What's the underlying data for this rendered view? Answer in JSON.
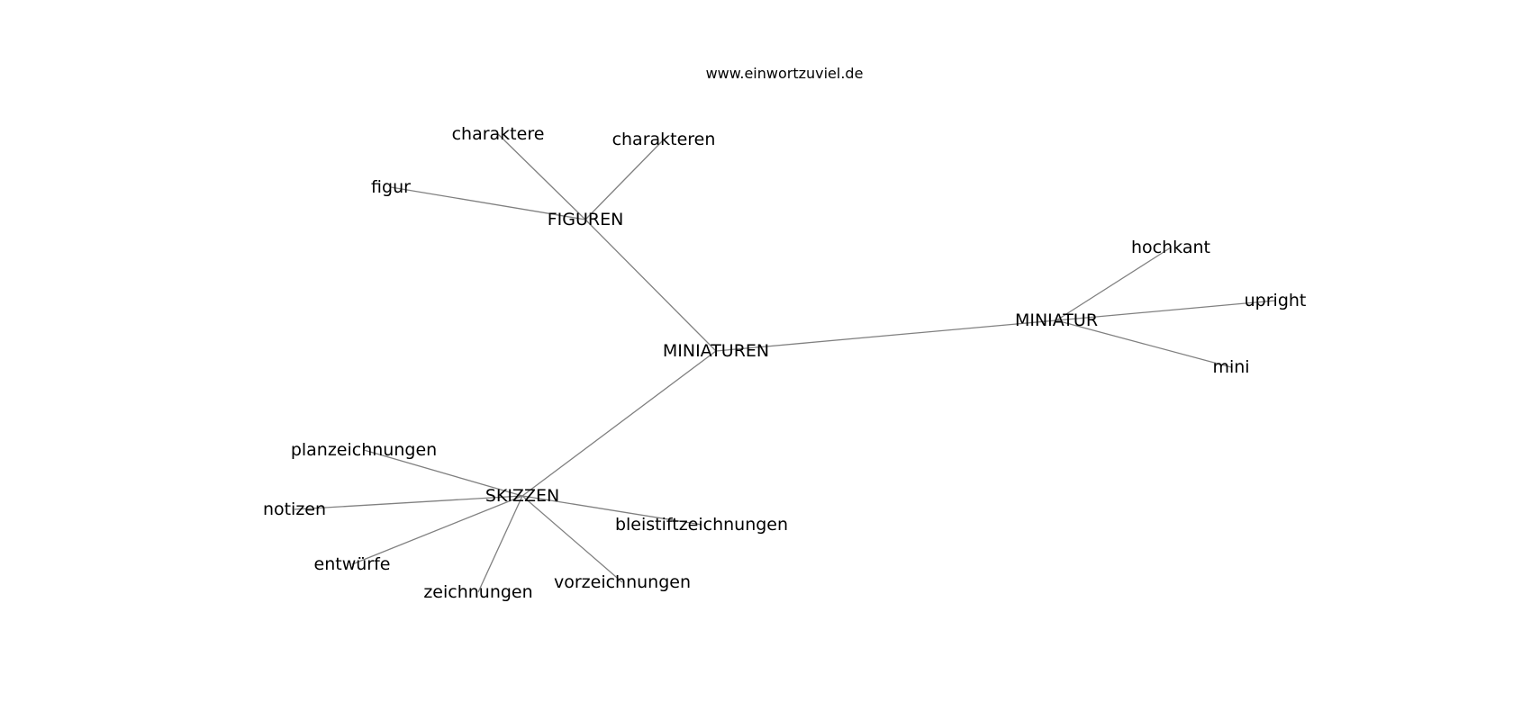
{
  "source_text": "www.einwortzuviel.de",
  "colors": {
    "edge": "#808080",
    "label": "#000000",
    "background": "#ffffff"
  },
  "graph": {
    "nodes": [
      {
        "id": "miniaturen",
        "label": "MINIATUREN"
      },
      {
        "id": "figuren",
        "label": "FIGUREN"
      },
      {
        "id": "miniatur",
        "label": "MINIATUR"
      },
      {
        "id": "skizzen",
        "label": "SKIZZEN"
      },
      {
        "id": "charaktere",
        "label": "charaktere"
      },
      {
        "id": "charakteren",
        "label": "charakteren"
      },
      {
        "id": "figur",
        "label": "figur"
      },
      {
        "id": "hochkant",
        "label": "hochkant"
      },
      {
        "id": "upright",
        "label": "upright"
      },
      {
        "id": "mini",
        "label": "mini"
      },
      {
        "id": "planzeichnungen",
        "label": "planzeichnungen"
      },
      {
        "id": "notizen",
        "label": "notizen"
      },
      {
        "id": "entwuerfe",
        "label": "entwürfe"
      },
      {
        "id": "zeichnungen",
        "label": "zeichnungen"
      },
      {
        "id": "vorzeichnungen",
        "label": "vorzeichnungen"
      },
      {
        "id": "bleistiftzeichnungen",
        "label": "bleistiftzeichnungen"
      }
    ],
    "edges": [
      [
        "miniaturen",
        "figuren"
      ],
      [
        "miniaturen",
        "miniatur"
      ],
      [
        "miniaturen",
        "skizzen"
      ],
      [
        "figuren",
        "charaktere"
      ],
      [
        "figuren",
        "charakteren"
      ],
      [
        "figuren",
        "figur"
      ],
      [
        "miniatur",
        "hochkant"
      ],
      [
        "miniatur",
        "upright"
      ],
      [
        "miniatur",
        "mini"
      ],
      [
        "skizzen",
        "planzeichnungen"
      ],
      [
        "skizzen",
        "notizen"
      ],
      [
        "skizzen",
        "entwuerfe"
      ],
      [
        "skizzen",
        "zeichnungen"
      ],
      [
        "skizzen",
        "vorzeichnungen"
      ],
      [
        "skizzen",
        "bleistiftzeichnungen"
      ]
    ]
  }
}
